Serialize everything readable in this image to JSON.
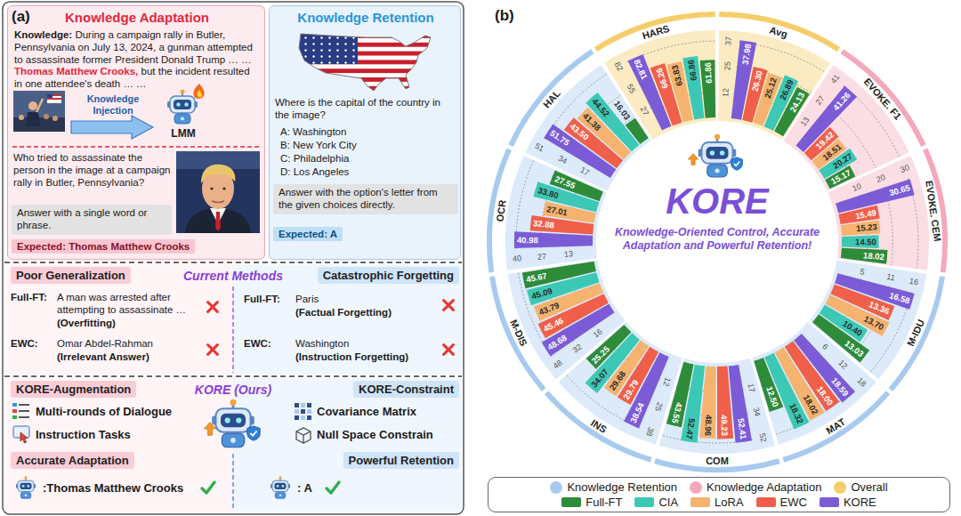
{
  "diagram": {
    "nodes": [
      {
        "text": [
          "Knowledge Adaptation",
          "Knowledge:",
          "During a campaign rally in Butler, Pennsylvania on July 13, 2024, a gunman attempted to assassinate former President Donald Trump … …",
          "Thomas Matthew Crooks,",
          "but the incident resulted in one attendee's death … …",
          "Knowledge Injection",
          "LMM",
          "Who tried to assassinate the person in the image at a campaign rally in Butler, Pennsylvania?"
        ]
      },
      {
        "text": [
          "Answer with a single word or phrase."
        ],
        "in": 0
      },
      {
        "text": [
          "Expected: Thomas Matthew Crooks"
        ],
        "in": 0
      },
      {
        "text": [
          "Knowledge Retention",
          "Where is the capital of the country in the image?",
          "A: Washington",
          "B: New York City",
          "C: Philadelphia",
          "D: Los Angeles"
        ]
      },
      {
        "text": [
          "Answer with the option's letter from the given choices directly."
        ],
        "in": 3
      },
      {
        "text": [
          "Expected: A"
        ],
        "in": 3
      },
      {
        "text": [
          "Poor Generalization"
        ]
      },
      {
        "text": [
          "Catastrophic Forgetting"
        ]
      },
      {
        "text": [
          "KORE-Augmentation"
        ]
      },
      {
        "text": [
          "KORE-Constraint"
        ]
      },
      {
        "text": [
          "Accurate Adaptation"
        ]
      },
      {
        "text": [
          "Powerful Retention"
        ]
      }
    ],
    "labels": [
      "(a)",
      "Current Methods",
      "Full-FT:",
      "A man was arrested after attempting to assassinate … …",
      "(Overfitting)",
      "EWC:",
      "Omar Abdel-Rahman",
      "(Irrelevant Answer)",
      "Full-FT:",
      "Paris",
      "(Factual Forgetting)",
      "EWC:",
      "Washington",
      "(Instruction Forgetting)",
      "KORE (Ours)",
      "Multi-rounds of Dialogue",
      "Instruction Tasks",
      "Covariance Matrix",
      "Null Space Constrain",
      ":Thomas Matthew Crooks",
      ": A",
      "(b)",
      "KORE",
      "Knowledge-Oriented Control, Accurate Adaptation and Powerful Retention!",
      "HARS",
      "27",
      "55",
      "82",
      "82.81",
      "66.26",
      "63.83",
      "66.86",
      "61.86",
      "Avg",
      "12",
      "25",
      "37",
      "37.98",
      "26.30",
      "25.12",
      "26.89",
      "24.13",
      "EVOKE. F1",
      "13",
      "27",
      "41",
      "41.26",
      "19.42",
      "18.51",
      "20.27",
      "15.17",
      "EVOKE. CEM",
      "10",
      "20",
      "30",
      "30.65",
      "15.49",
      "15.23",
      "14.50",
      "18.02",
      "M-IDU",
      "5",
      "11",
      "16",
      "16.58",
      "13.36",
      "13.70",
      "10.40",
      "13.03",
      "MAT",
      "6",
      "12",
      "18",
      "18.59",
      "18.00",
      "18.02",
      "18.32",
      "12.50",
      "COM",
      "17",
      "34",
      "52",
      "52.41",
      "49.23",
      "48.96",
      "52.47",
      "43.55",
      "INS",
      "12",
      "25",
      "38",
      "38.54",
      "29.79",
      "29.68",
      "34.07",
      "25.25",
      "M-DIS",
      "16",
      "32",
      "48",
      "48.68",
      "45.46",
      "43.79",
      "45.09",
      "45.67",
      "OCR",
      "13",
      "27",
      "40",
      "40.98",
      "32.88",
      "27.01",
      "33.80",
      "27.55",
      "HAL",
      "17",
      "34",
      "51",
      "51.75",
      "43.50",
      "41.38",
      "44.52",
      "16.03"
    ],
    "legend": [
      {
        "text": "Knowledge Retention",
        "color": "#a8caef"
      },
      {
        "text": "Knowledge Adaptation",
        "color": "#f4a9bb"
      },
      {
        "text": "Overall",
        "color": "#f5cd6a"
      },
      {
        "text": "Full-FT",
        "color": "#2e8b3a"
      },
      {
        "text": "CIA",
        "color": "#3cc8b4"
      },
      {
        "text": "LoRA",
        "color": "#f5b36f"
      },
      {
        "text": "EWC",
        "color": "#ef5f4a"
      },
      {
        "text": "KORE",
        "color": "#7b5cd6"
      }
    ]
  }
}
